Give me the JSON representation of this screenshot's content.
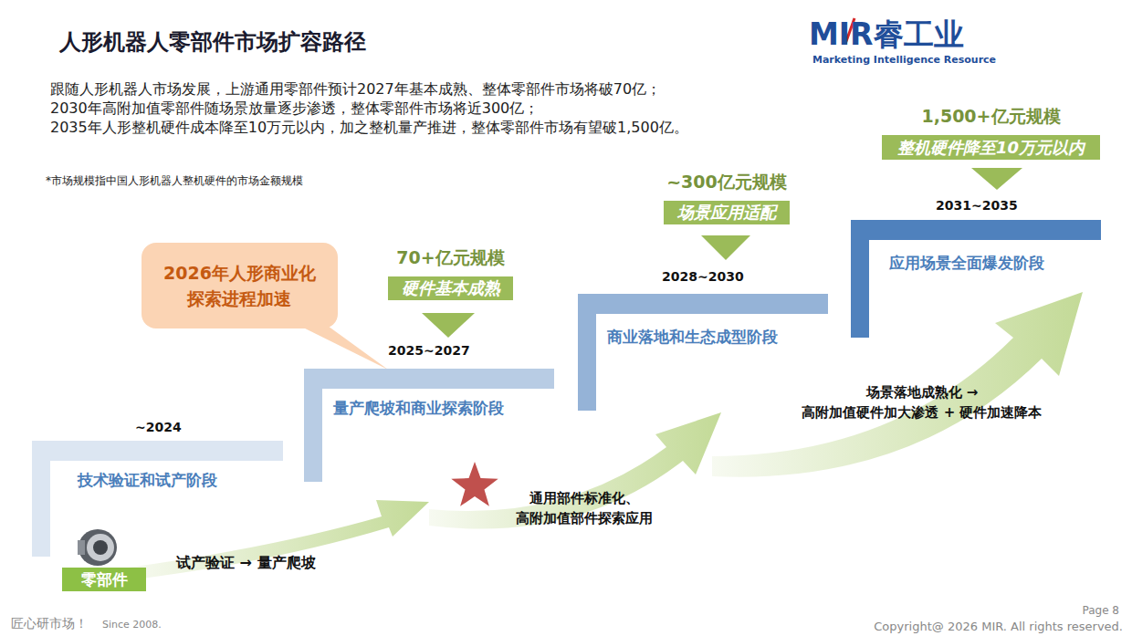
{
  "diagram": {
    "title": "人形机器人零部件市场扩容路径",
    "nodes": [
      {
        "text": [
          "~2024",
          "技术验证和试产阶段"
        ]
      },
      {
        "text": [
          "2025~2027",
          "量产爬坡和商业探索阶段"
        ]
      },
      {
        "text": [
          "2028~2030",
          "商业落地和生态成型阶段"
        ]
      },
      {
        "text": [
          "2031~2035",
          "应用场景全面爆发阶段"
        ]
      },
      {
        "text": [
          "2026年人形商业化 探索进程加速"
        ]
      },
      {
        "text": [
          "70+亿元规模",
          "硬件基本成熟"
        ]
      },
      {
        "text": [
          "~300亿元规模",
          "场景应用适配"
        ]
      },
      {
        "text": [
          "1,500+亿元规模",
          "整机硬件降至10万元以内"
        ]
      },
      {
        "text": [
          "零部件"
        ]
      }
    ],
    "labels": [
      "MIR睿工业",
      "Marketing Intelligence Resource",
      "跟随人形机器人市场发展，上游通用零部件预计2027年基本成熟、整体零部件市场将破70亿；",
      "2030年高附加值零部件随场景放量逐步渗透，整体零部件市场将近300亿；",
      "2035年人形整机硬件成本降至10万元以内，加之整机量产推进，整体零部件市场有望破1,500亿。",
      "*市场规模指中国人形机器人整机硬件的市场金额规模",
      "试产验证 → 量产爬坡",
      "通用部件标准化、 高附加值部件探索应用",
      "场景落地成熟化 → 高附加值硬件加大渗透 + 硬件加速降本",
      "匠心研市场！",
      "Since 2008.",
      "Page 8",
      "Copyright@ 2026 MIR. All rights reserved."
    ]
  }
}
